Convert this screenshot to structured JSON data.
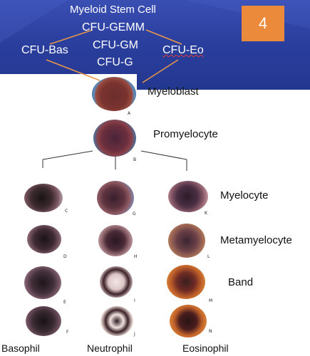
{
  "slide_number": "4",
  "top": {
    "stem_cell": "Myeloid Stem Cell",
    "cfu_gemm": "CFU-GEMM",
    "cfu_bas": "CFU-Bas",
    "cfu_gm": "CFU-GM",
    "cfu_eo": "CFU-Eo",
    "cfu_g": "CFU-G"
  },
  "stages": {
    "myeloblast": "Myeloblast",
    "promyelocyte": "Promyelocyte",
    "myelocyte": "Myelocyte",
    "metamyelocyte": "Metamyelocyte",
    "band": "Band"
  },
  "lineages": {
    "basophil": "Basophil",
    "neutrophil": "Neutrophil",
    "eosinophil": "Eosinophil"
  },
  "cell_letters": {
    "a": "A",
    "b": "B",
    "c": "C",
    "d": "D",
    "e": "E",
    "f": "F",
    "g": "G",
    "h": "H",
    "i": "I",
    "j": "J",
    "k": "K",
    "l": "L",
    "m": "M",
    "n": "N"
  }
}
